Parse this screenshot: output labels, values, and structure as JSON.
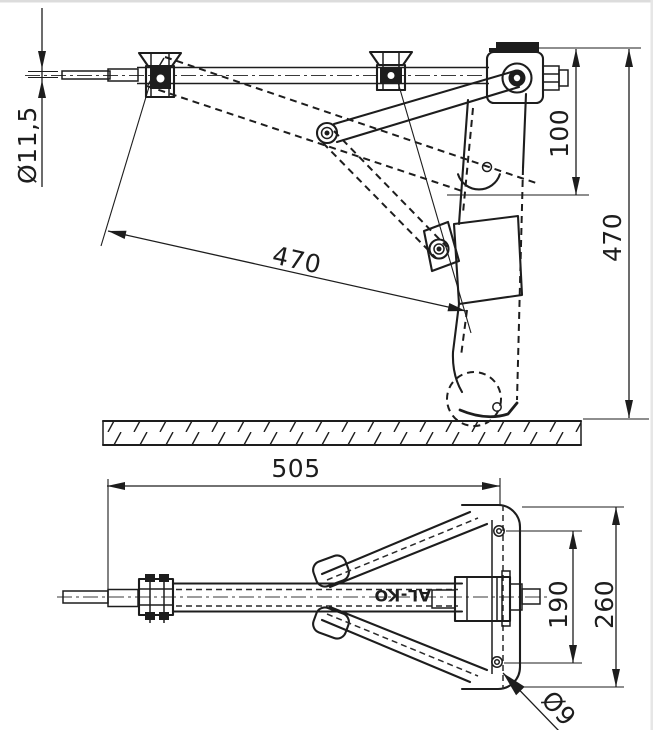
{
  "drawing": {
    "type": "technical-orthographic-drawing",
    "subject": "corner steady jack",
    "brand_label": "AL-KO",
    "colors": {
      "line": "#1d1d1d",
      "background": "#ffffff"
    },
    "side_view": {
      "dims": {
        "spindle_diameter": "Ø11,5",
        "pivot_height": "100",
        "tube_length": "470",
        "overall_height": "470"
      }
    },
    "plan_view": {
      "dims": {
        "overall_length": "505",
        "hole_spacing": "190",
        "bracket_width": "260",
        "hole_diameter": "Ø9"
      }
    }
  }
}
